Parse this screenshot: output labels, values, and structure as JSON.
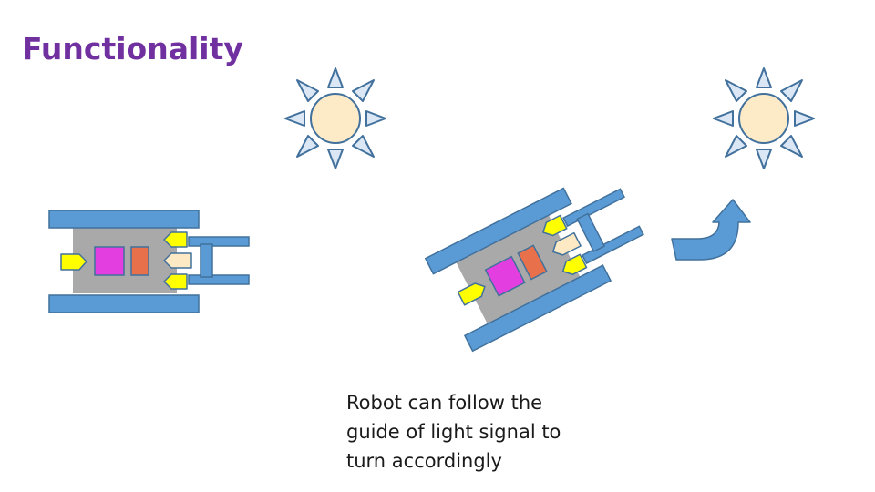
{
  "slide": {
    "title": "Functionality",
    "caption_lines": [
      "Robot can follow the",
      "guide of light signal to",
      "turn accordingly"
    ]
  },
  "colors": {
    "title": "#7030a0",
    "track": "#5b9bd5",
    "track_stroke": "#41719c",
    "body": "#a9a9a9",
    "magenta_block": "#e33ee0",
    "orange_block": "#e8704a",
    "sensor_yellow": "#ffff00",
    "sensor_light": "#fde9c4",
    "sun_fill": "#fdebc8",
    "sun_ray_fill": "#dbe7f4",
    "arrow": "#5b9bd5"
  },
  "icons": [
    "sun-icon",
    "robot-straight",
    "robot-turning",
    "curved-arrow-icon"
  ]
}
